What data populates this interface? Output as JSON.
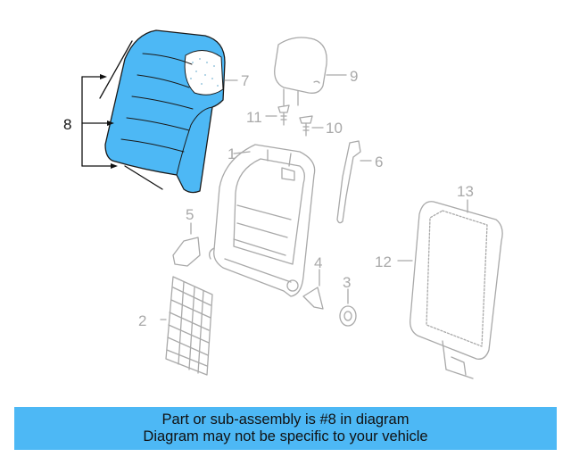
{
  "diagram": {
    "highlight_color": "#4db8f5",
    "line_color": "#a9a9a9",
    "highlight_line_color": "#111111",
    "callouts": {
      "c1": "1",
      "c2": "2",
      "c3": "3",
      "c4": "4",
      "c5": "5",
      "c6": "6",
      "c7": "7",
      "c8": "8",
      "c9": "9",
      "c10": "10",
      "c11": "11",
      "c12": "12",
      "c13": "13"
    }
  },
  "banner": {
    "line1": "Part or sub-assembly is #8 in diagram",
    "line2": "Diagram may not be specific to your vehicle",
    "background": "#4db8f5"
  }
}
